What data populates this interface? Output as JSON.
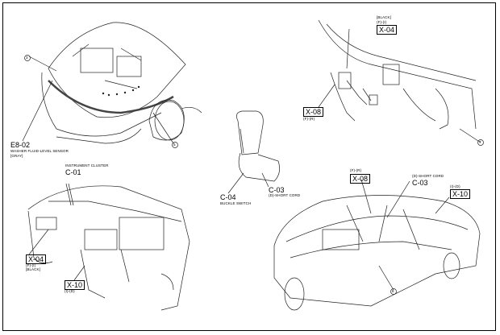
{
  "engine_bay": {
    "code": "E8-02",
    "desc": "WASHER FLUID-LEVEL SENSOR",
    "color": "[GRAY]",
    "callouts": [
      "3",
      "5"
    ]
  },
  "dashboard_right": {
    "x04": {
      "color": "[BLACK]",
      "pins": "(F)-(I)",
      "code": "X-04"
    },
    "x08": {
      "code": "X-08",
      "pins": "(F)-(R)"
    },
    "callout": "7"
  },
  "seat": {
    "c04": {
      "code": "C-04",
      "desc": "BUCKLE SWITCH"
    },
    "c03": {
      "code": "C-03",
      "desc": "(D)-SHORT CORD"
    }
  },
  "dashboard_left": {
    "c01": {
      "desc": "INSTRUMENT CLUSTER",
      "code": "C-01"
    },
    "x04": {
      "code": "X-04",
      "pins": "(F)-(I)",
      "color": "[BLACK]"
    },
    "x10": {
      "code": "X-10",
      "pins": "(I)-(D)"
    }
  },
  "cabin": {
    "x08": {
      "pins": "(F)-(R)",
      "code": "X-08"
    },
    "c03": {
      "desc": "(D)-SHORT CORD",
      "code": "C-03"
    },
    "x10": {
      "pins": "(I)-(D)",
      "code": "X-10"
    },
    "callout": "8"
  }
}
